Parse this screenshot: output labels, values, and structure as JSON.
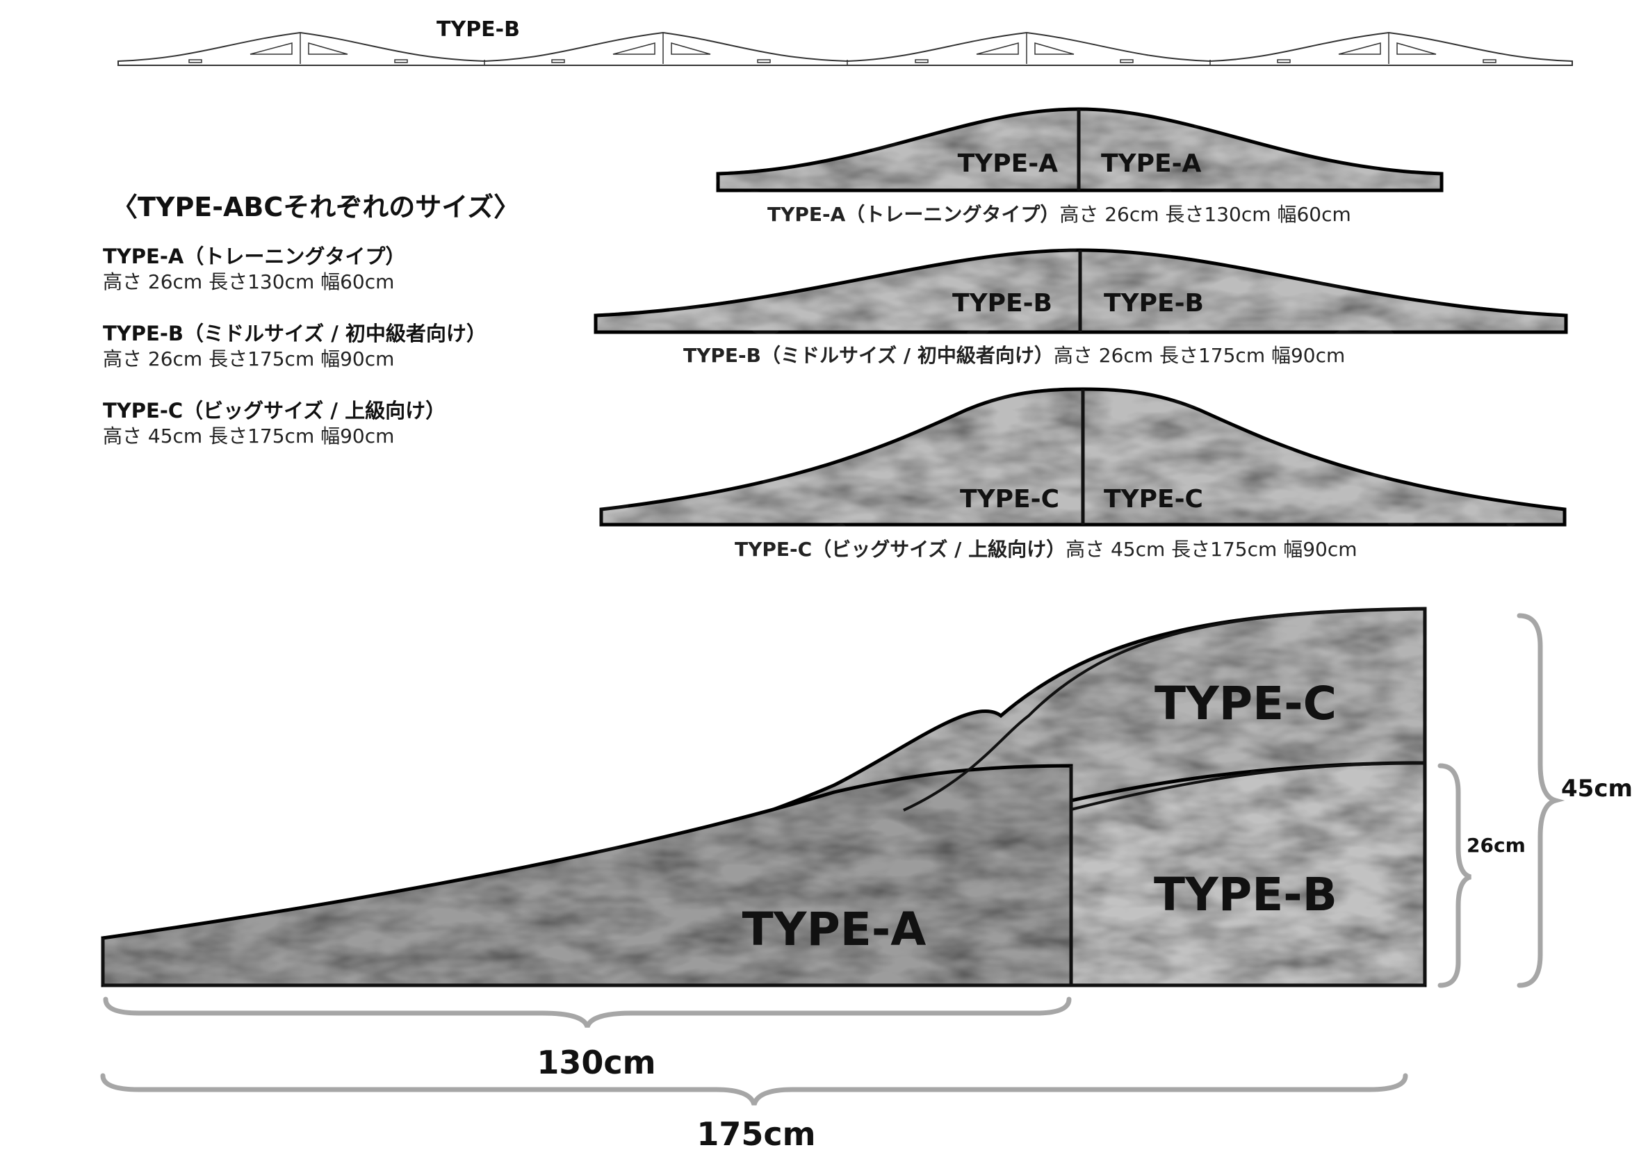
{
  "top_rail": {
    "label": "TYPE-B"
  },
  "summary": {
    "heading": "〈TYPE-ABCそれぞれのサイズ〉",
    "items": [
      {
        "name": "TYPE-A（トレーニングタイプ）",
        "dims": "高さ 26cm 長さ130cm 幅60cm"
      },
      {
        "name": "TYPE-B（ミドルサイズ / 初中級者向け）",
        "dims": "高さ 26cm 長さ175cm 幅90cm"
      },
      {
        "name": "TYPE-C（ビッグサイズ / 上級向け）",
        "dims": "高さ 45cm 長さ175cm 幅90cm"
      }
    ]
  },
  "profiles": [
    {
      "left": "TYPE-A",
      "right": "TYPE-A",
      "caption_name": "TYPE-A（トレーニングタイプ）",
      "caption_dims": "高さ 26cm 長さ130cm 幅60cm"
    },
    {
      "left": "TYPE-B",
      "right": "TYPE-B",
      "caption_name": "TYPE-B（ミドルサイズ / 初中級者向け）",
      "caption_dims": "高さ 26cm 長さ175cm 幅90cm"
    },
    {
      "left": "TYPE-C",
      "right": "TYPE-C",
      "caption_name": "TYPE-C（ビッグサイズ / 上級向け）",
      "caption_dims": "高さ 45cm 長さ175cm 幅90cm"
    }
  ],
  "comparison": {
    "label_a": "TYPE-A",
    "label_b": "TYPE-B",
    "label_c": "TYPE-C",
    "dim_130": "130cm",
    "dim_175": "175cm",
    "dim_26": "26cm",
    "dim_45": "45cm"
  },
  "colors": {
    "fill": "#bdbdbd",
    "fill_dark": "#8e8e8e",
    "stroke": "#111111",
    "brace": "#a6a6a6"
  }
}
